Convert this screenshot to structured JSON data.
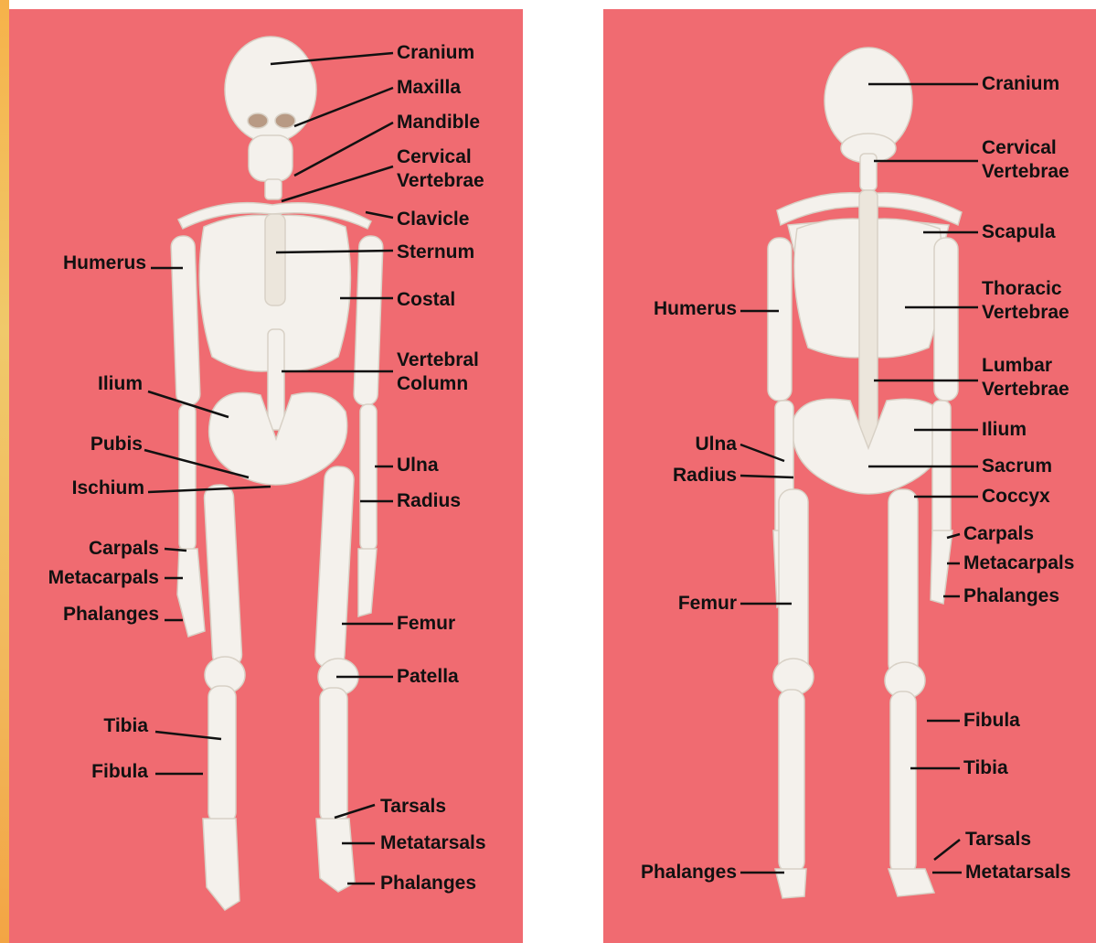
{
  "front": {
    "labels": {
      "cranium": "Cranium",
      "maxilla": "Maxilla",
      "mandible": "Mandible",
      "cervical_1": "Cervical",
      "cervical_2": "Vertebrae",
      "clavicle": "Clavicle",
      "sternum": "Sternum",
      "humerus": "Humerus",
      "costal": "Costal",
      "vertebral_1": "Vertebral",
      "vertebral_2": "Column",
      "ilium": "Ilium",
      "pubis": "Pubis",
      "ischium": "Ischium",
      "ulna": "Ulna",
      "radius": "Radius",
      "carpals": "Carpals",
      "metacarpals": "Metacarpals",
      "phalanges_hand": "Phalanges",
      "femur": "Femur",
      "patella": "Patella",
      "tibia": "Tibia",
      "fibula": "Fibula",
      "tarsals": "Tarsals",
      "metatarsals": "Metatarsals",
      "phalanges_foot": "Phalanges"
    }
  },
  "back": {
    "labels": {
      "cranium": "Cranium",
      "cervical_1": "Cervical",
      "cervical_2": "Vertebrae",
      "scapula": "Scapula",
      "thoracic_1": "Thoracic",
      "thoracic_2": "Vertebrae",
      "humerus": "Humerus",
      "lumbar_1": "Lumbar",
      "lumbar_2": "Vertebrae",
      "ilium": "Ilium",
      "ulna": "Ulna",
      "sacrum": "Sacrum",
      "radius": "Radius",
      "coccyx": "Coccyx",
      "carpals": "Carpals",
      "metacarpals": "Metacarpals",
      "phalanges_hand": "Phalanges",
      "femur": "Femur",
      "fibula": "Fibula",
      "tibia": "Tibia",
      "tarsals": "Tarsals",
      "phalanges_foot": "Phalanges",
      "metatarsals": "Metatarsals"
    }
  },
  "colors": {
    "panel_background": "#f06b71",
    "bone": "#f4f1ec",
    "leader_line": "#111111",
    "label_text": "#111111"
  }
}
